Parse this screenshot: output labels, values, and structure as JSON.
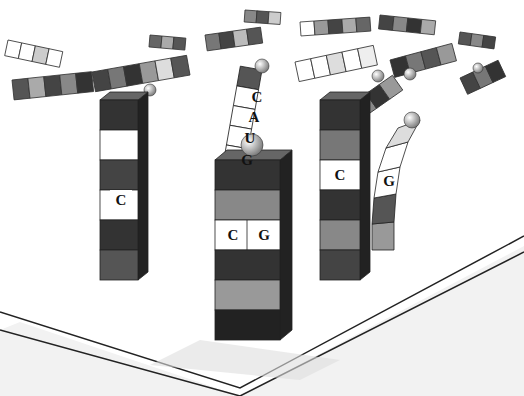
{
  "diagram": {
    "labels": [
      "C",
      "C",
      "G",
      "C",
      "G",
      "G",
      "U",
      "A",
      "C"
    ]
  }
}
